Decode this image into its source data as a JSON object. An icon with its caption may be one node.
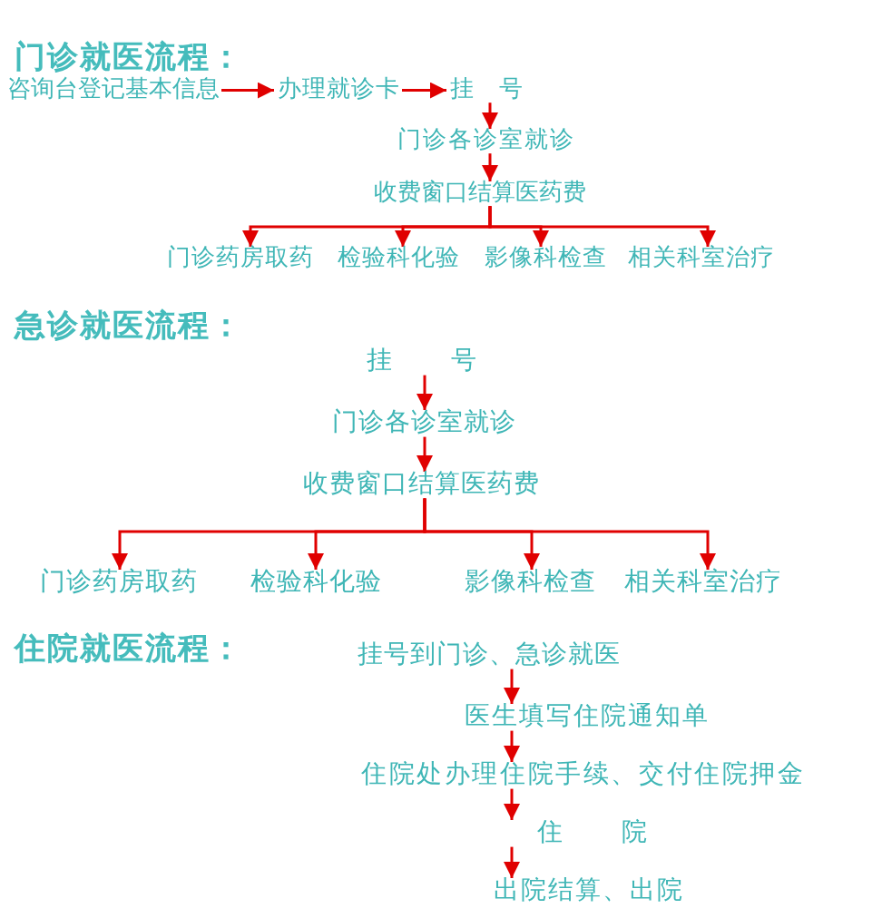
{
  "diagram": {
    "nodes": [
      {
        "text": [
          "咨询台登记基本信息"
        ]
      },
      {
        "text": [
          "办理就诊卡"
        ]
      },
      {
        "text": [
          "挂 号"
        ]
      },
      {
        "text": [
          "门诊各诊室就诊"
        ]
      },
      {
        "text": [
          "收费窗口结算医药费"
        ]
      },
      {
        "text": [
          "门诊药房取药"
        ]
      },
      {
        "text": [
          "检验科化验"
        ]
      },
      {
        "text": [
          "影像科检查"
        ]
      },
      {
        "text": [
          "相关科室治疗"
        ]
      },
      {
        "text": [
          "挂 号"
        ]
      },
      {
        "text": [
          "门诊各诊室就诊"
        ]
      },
      {
        "text": [
          "收费窗口结算医药费"
        ]
      },
      {
        "text": [
          "门诊药房取药"
        ]
      },
      {
        "text": [
          "检验科化验"
        ]
      },
      {
        "text": [
          "影像科检查"
        ]
      },
      {
        "text": [
          "相关科室治疗"
        ]
      },
      {
        "text": [
          "挂号到门诊、急诊就医"
        ]
      },
      {
        "text": [
          "医生填写住院通知单"
        ]
      },
      {
        "text": [
          "住院处办理住院手续、交付住院押金"
        ]
      },
      {
        "text": [
          "住 院"
        ]
      },
      {
        "text": [
          "出院结算、出院"
        ]
      }
    ],
    "edges": [
      {
        "from": 0,
        "to": 1,
        "arrow": "to"
      },
      {
        "from": 1,
        "to": 2,
        "arrow": "to"
      },
      {
        "from": 2,
        "to": 3,
        "arrow": "to"
      },
      {
        "from": 3,
        "to": 4,
        "arrow": "to"
      },
      {
        "from": 4,
        "to": 5,
        "arrow": "to"
      },
      {
        "from": 4,
        "to": 6,
        "arrow": "to"
      },
      {
        "from": 4,
        "to": 7,
        "arrow": "to"
      },
      {
        "from": 4,
        "to": 8,
        "arrow": "to"
      },
      {
        "from": 9,
        "to": 10,
        "arrow": "to"
      },
      {
        "from": 10,
        "to": 11,
        "arrow": "to"
      },
      {
        "from": 11,
        "to": 12,
        "arrow": "to"
      },
      {
        "from": 11,
        "to": 13,
        "arrow": "to"
      },
      {
        "from": 11,
        "to": 14,
        "arrow": "to"
      },
      {
        "from": 11,
        "to": 15,
        "arrow": "to"
      },
      {
        "from": 16,
        "to": 17,
        "arrow": "to"
      },
      {
        "from": 17,
        "to": 18,
        "arrow": "to"
      },
      {
        "from": 18,
        "to": 19,
        "arrow": "to"
      },
      {
        "from": 19,
        "to": 20,
        "arrow": "to"
      }
    ],
    "labels": [
      "门诊就医流程：",
      "急诊就医流程：",
      "住院就医流程："
    ]
  }
}
